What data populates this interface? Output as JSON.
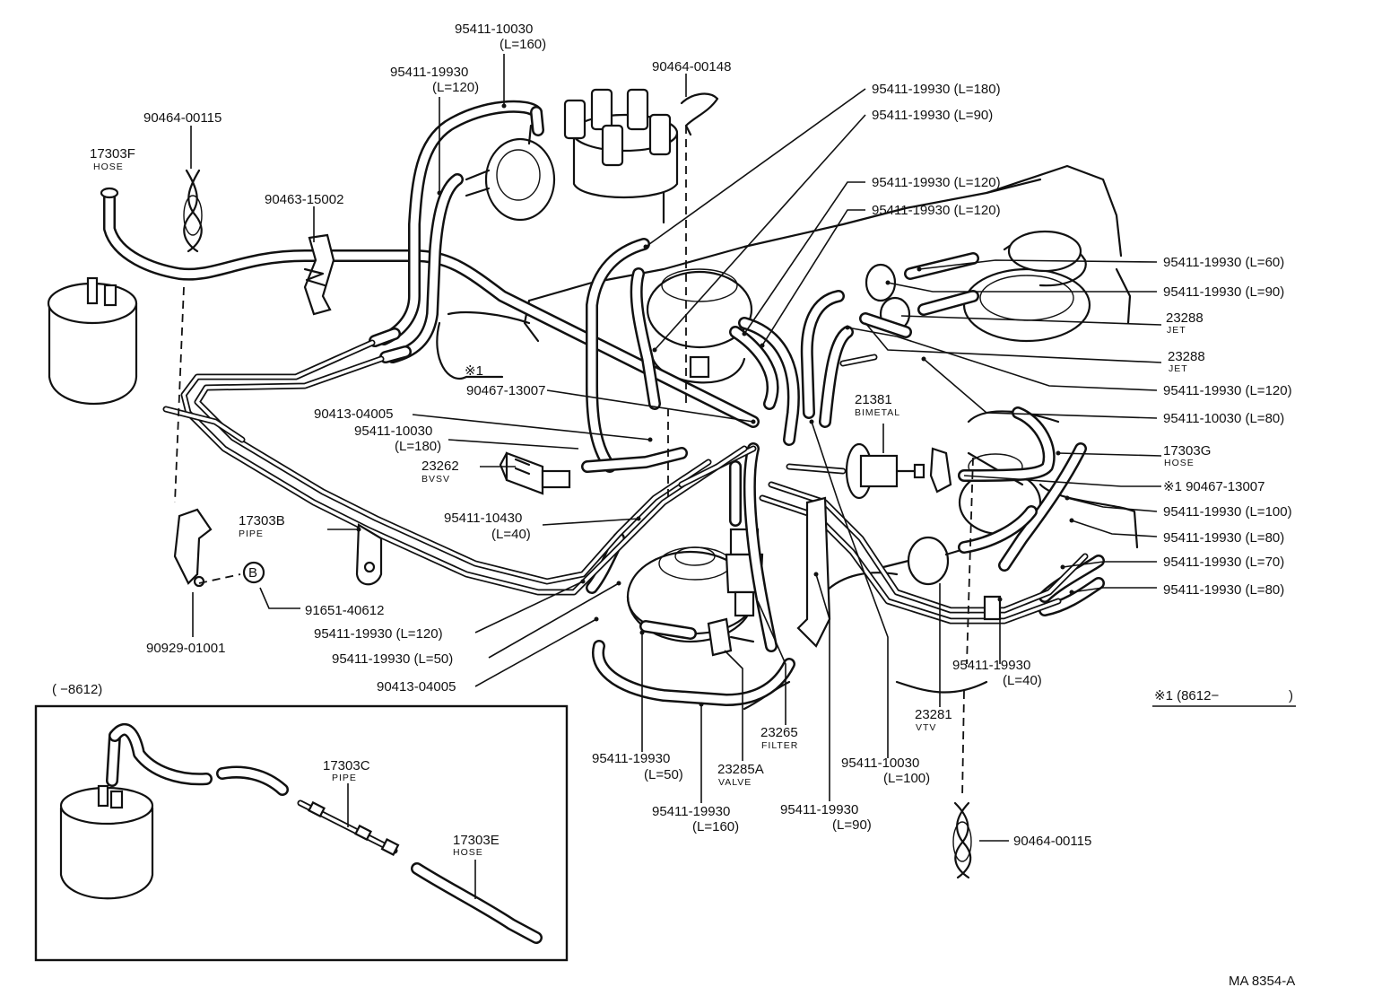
{
  "labels": {
    "p95411_10030_L160": {
      "code": "95411-10030",
      "spec": "(L=160)"
    },
    "p95411_19930_L120_top": {
      "code": "95411-19930",
      "spec": "(L=120)"
    },
    "p90464_00148": {
      "code": "90464-00148"
    },
    "p90464_00115_top": {
      "code": "90464-00115"
    },
    "p17303F": {
      "code": "17303F",
      "name": "HOSE"
    },
    "p90463_15002": {
      "code": "90463-15002"
    },
    "r95411_19930_L180": {
      "text": "95411-19930 (L=180)"
    },
    "r95411_19930_L90_a": {
      "text": "95411-19930 (L=90)"
    },
    "r95411_19930_L120_a": {
      "text": "95411-19930 (L=120)"
    },
    "r95411_19930_L120_b": {
      "text": "95411-19930 (L=120)"
    },
    "r95411_19930_L60": {
      "text": "95411-19930 (L=60)"
    },
    "r95411_19930_L90_b": {
      "text": "95411-19930 (L=90)"
    },
    "r23288_a": {
      "code": "23288",
      "name": "JET"
    },
    "r23288_b": {
      "code": "23288",
      "name": "JET"
    },
    "r95411_19930_L120_c": {
      "text": "95411-19930 (L=120)"
    },
    "r95411_10030_L80": {
      "text": "95411-10030 (L=80)"
    },
    "r17303G": {
      "code": "17303G",
      "name": "HOSE"
    },
    "r90467_13007": {
      "text": "※1 90467-13007"
    },
    "r95411_19930_L100": {
      "text": "95411-19930 (L=100)"
    },
    "r95411_19930_L80_a": {
      "text": "95411-19930 (L=80)"
    },
    "r95411_19930_L70": {
      "text": "95411-19930 (L=70)"
    },
    "r95411_19930_L80_b": {
      "text": "95411-19930 (L=80)"
    },
    "m_star1": {
      "text": "※1"
    },
    "m90467_13007": {
      "text": "90467-13007"
    },
    "m90413_04005_a": {
      "text": "90413-04005"
    },
    "m95411_10030_L180": {
      "code": "95411-10030",
      "spec": "(L=180)"
    },
    "m23262": {
      "code": "23262",
      "name": "BVSV"
    },
    "m21381": {
      "code": "21381",
      "name": "BIMETAL"
    },
    "m17303B": {
      "code": "17303B",
      "name": "PIPE"
    },
    "m95411_10430_L40": {
      "code": "95411-10430",
      "spec": "(L=40)"
    },
    "m91651_40612": {
      "text": "91651-40612"
    },
    "m90929_01001": {
      "text": "90929-01001"
    },
    "m95411_19930_L120_d": {
      "text": "95411-19930 (L=120)"
    },
    "m95411_19930_L50_a": {
      "text": "95411-19930 (L=50)"
    },
    "m90413_04005_b": {
      "text": "90413-04005"
    },
    "b95411_19930_L50_b": {
      "code": "95411-19930",
      "spec": "(L=50)"
    },
    "b95411_19930_L160": {
      "code": "95411-19930",
      "spec": "(L=160)"
    },
    "b23285A": {
      "code": "23285A",
      "name": "VALVE"
    },
    "b23265": {
      "code": "23265",
      "name": "FILTER"
    },
    "b95411_19930_L90_c": {
      "code": "95411-19930",
      "spec": "(L=90)"
    },
    "b95411_10030_L100": {
      "code": "95411-10030",
      "spec": "(L=100)"
    },
    "b23281": {
      "code": "23281",
      "name": "VTV"
    },
    "b95411_19930_L40": {
      "code": "95411-19930",
      "spec": "(L=40)"
    },
    "b90464_00115": {
      "text": "90464-00115"
    },
    "b_star_note": {
      "text": "※1 (8612−"
    },
    "b_star_close": {
      "text": ")"
    },
    "inset_title": {
      "text": "(      −8612)"
    },
    "i17303C": {
      "code": "17303C",
      "name": "PIPE"
    },
    "i17303E": {
      "code": "17303E",
      "name": "HOSE"
    },
    "circleB": {
      "text": "B"
    },
    "drawing_no": {
      "text": "MA 8354-A"
    }
  }
}
